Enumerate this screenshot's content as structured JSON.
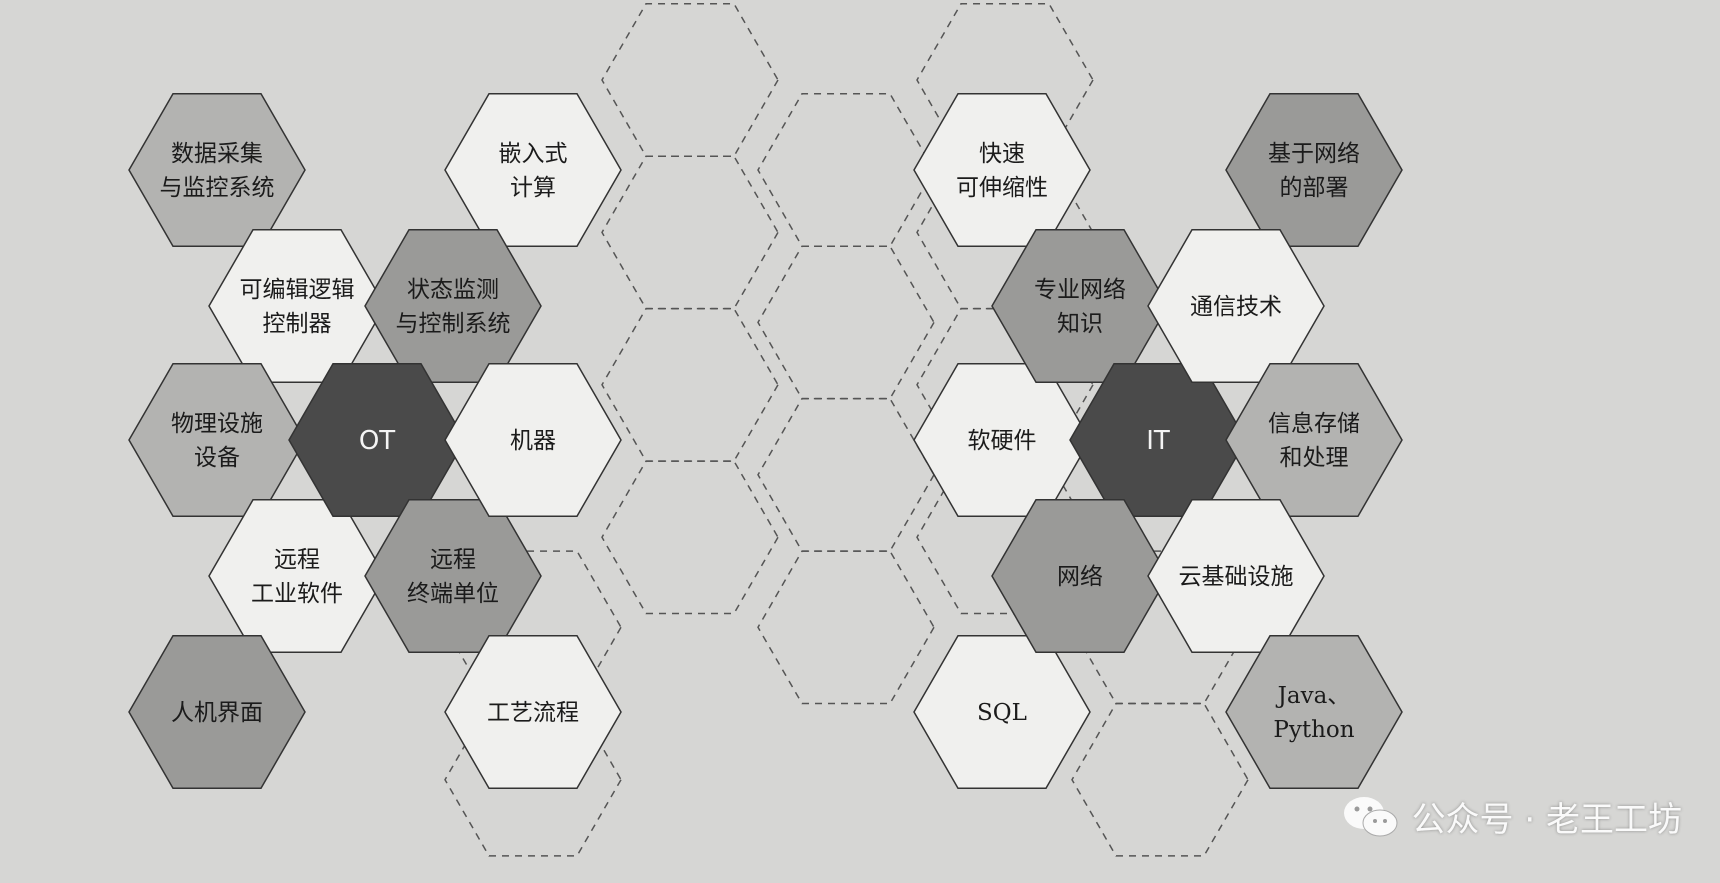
{
  "colors": {
    "background": "#d6d6d4",
    "white_cell": "#f0f0ee",
    "light_cell": "#b3b3b1",
    "mid_cell": "#9a9a98",
    "dark_cell": "#4a4a4a",
    "border": "#333333",
    "dashed": "#555555"
  },
  "clusters": {
    "ot": {
      "cells": [
        {
          "id": "data-acquisition",
          "label": "数据采集\n与监控系统",
          "shade": "light"
        },
        {
          "id": "plc",
          "label": "可编辑逻辑\n控制器",
          "shade": "white"
        },
        {
          "id": "physical-facility",
          "label": "物理设施\n设备",
          "shade": "light"
        },
        {
          "id": "remote-industrial-software",
          "label": "远程\n工业软件",
          "shade": "white"
        },
        {
          "id": "hmi",
          "label": "人机界面",
          "shade": "mid"
        },
        {
          "id": "embedded-computing",
          "label": "嵌入式\n计算",
          "shade": "white"
        },
        {
          "id": "status-monitoring",
          "label": "状态监测\n与控制系统",
          "shade": "mid"
        },
        {
          "id": "ot-center",
          "label": "OT",
          "shade": "dark"
        },
        {
          "id": "remote-terminal-unit",
          "label": "远程\n终端单位",
          "shade": "mid"
        },
        {
          "id": "machine",
          "label": "机器",
          "shade": "white"
        },
        {
          "id": "process-flow",
          "label": "工艺流程",
          "shade": "white"
        }
      ]
    },
    "it": {
      "cells": [
        {
          "id": "rapid-scalability",
          "label": "快速\n可伸缩性",
          "shade": "white"
        },
        {
          "id": "software-hardware",
          "label": "软硬件",
          "shade": "white"
        },
        {
          "id": "sql",
          "label": "SQL",
          "shade": "white"
        },
        {
          "id": "network-knowledge",
          "label": "专业网络\n知识",
          "shade": "mid"
        },
        {
          "id": "it-center",
          "label": "IT",
          "shade": "dark"
        },
        {
          "id": "network",
          "label": "网络",
          "shade": "mid"
        },
        {
          "id": "network-deployment",
          "label": "基于网络\n的部署",
          "shade": "mid"
        },
        {
          "id": "communication-tech",
          "label": "通信技术",
          "shade": "white"
        },
        {
          "id": "info-storage",
          "label": "信息存储\n和处理",
          "shade": "light"
        },
        {
          "id": "cloud-infrastructure",
          "label": "云基础设施",
          "shade": "white"
        },
        {
          "id": "java-python",
          "label": "Java、\nPython",
          "shade": "light"
        }
      ]
    }
  },
  "watermark": {
    "text": "公众号 · 老王工坊",
    "icon": "wechat-icon"
  }
}
